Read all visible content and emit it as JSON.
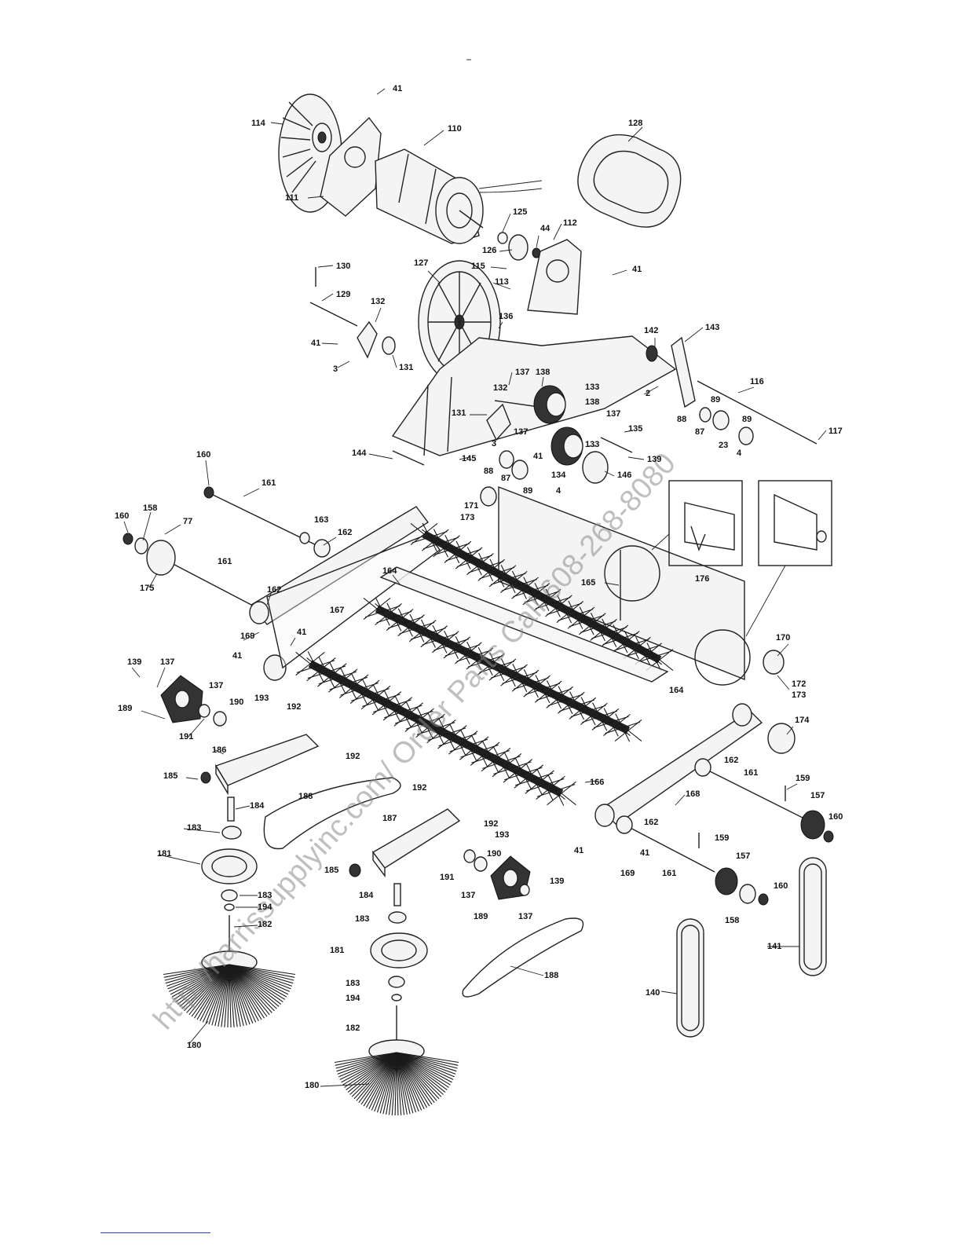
{
  "watermark": "http://harrissupplyinc.com/ Order Parts Call 608-268-8080",
  "callouts": {
    "p41a": "41",
    "p114": "114",
    "p110": "110",
    "p128": "128",
    "p111": "111",
    "p125": "125",
    "p112": "112",
    "p44": "44",
    "p126": "126",
    "p130": "130",
    "p127": "127",
    "p115": "115",
    "p41b": "41",
    "p113": "113",
    "p129": "129",
    "p132a": "132",
    "p136": "136",
    "p142": "142",
    "p143": "143",
    "p41c": "41",
    "p3a": "3",
    "p131a": "131",
    "p137a": "137",
    "p138a": "138",
    "p132b": "132",
    "p133a": "133",
    "p2": "2",
    "p116": "116",
    "p131b": "131",
    "p138b": "138",
    "p89a": "89",
    "p137b": "137",
    "p88a": "88",
    "p87a": "87",
    "p89b": "89",
    "p135": "135",
    "p117": "117",
    "p137c": "137",
    "p133b": "133",
    "p23": "23",
    "p3b": "3",
    "p41d": "41",
    "p139a": "139",
    "p4a": "4",
    "p144": "144",
    "p145": "145",
    "p88b": "88",
    "p87b": "87",
    "p134": "134",
    "p146": "146",
    "p89c": "89",
    "p4b": "4",
    "p160a": "160",
    "p161a": "161",
    "p171": "171",
    "p173a": "173",
    "p163": "163",
    "p160b": "160",
    "p158a": "158",
    "p77": "77",
    "p162a": "162",
    "p175": "175",
    "p161b": "161",
    "p164a": "164",
    "p165": "165",
    "p176": "176",
    "p162b": "162",
    "p167": "167",
    "p169a": "169",
    "p41e": "41",
    "p41f": "41",
    "p170": "170",
    "p139b": "139",
    "p137d": "137",
    "p164b": "164",
    "p172": "172",
    "p173b": "173",
    "p137e": "137",
    "p193a": "193",
    "p190a": "190",
    "p192a": "192",
    "p189a": "189",
    "p191a": "191",
    "p186": "186",
    "p174": "174",
    "p192b": "192",
    "p185a": "185",
    "p162c": "162",
    "p161c": "161",
    "p166": "166",
    "p159a": "159",
    "p184a": "184",
    "p188a": "188",
    "p192c": "192",
    "p168": "168",
    "p157a": "157",
    "p187": "187",
    "p183a": "183",
    "p192d": "192",
    "p162d": "162",
    "p160c": "160",
    "p193b": "193",
    "p159b": "159",
    "p181a": "181",
    "p190b": "190",
    "p41g": "41",
    "p41h": "41",
    "p185b": "185",
    "p157b": "157",
    "p191b": "191",
    "p169b": "169",
    "p161d": "161",
    "p139c": "139",
    "p183b": "183",
    "p137f": "137",
    "p184b": "184",
    "p194a": "194",
    "p189b": "189",
    "p137g": "137",
    "p160d": "160",
    "p182a": "182",
    "p183c": "183",
    "p158b": "158",
    "p141": "141",
    "p181b": "181",
    "p188b": "188",
    "p183d": "183",
    "p194b": "194",
    "p140": "140",
    "p182b": "182",
    "p180a": "180",
    "p180b": "180"
  }
}
